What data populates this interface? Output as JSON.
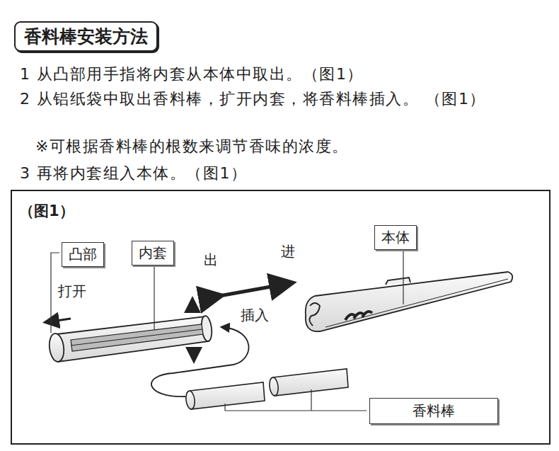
{
  "diagram": {
    "title": "香料棒安装方法",
    "nodes": [
      {
        "text": [
          "（图1）"
        ]
      },
      {
        "text": [
          "凸部"
        ],
        "in": 0
      },
      {
        "text": [
          "内套"
        ],
        "in": 0
      },
      {
        "text": [
          "本体"
        ],
        "in": 0
      },
      {
        "text": [
          "香料棒"
        ],
        "in": 0
      }
    ],
    "labels": [
      "1 从凸部用手指将内套从本体中取出。（图1）",
      "2 从铝纸袋中取出香料棒，扩开内套，将香料棒插入。 （图1）",
      "※可根据香料棒的根数来调节香味的浓度。",
      "3 再将内套组入本体。（图1）",
      "打开",
      "出",
      "进",
      "插入"
    ]
  }
}
